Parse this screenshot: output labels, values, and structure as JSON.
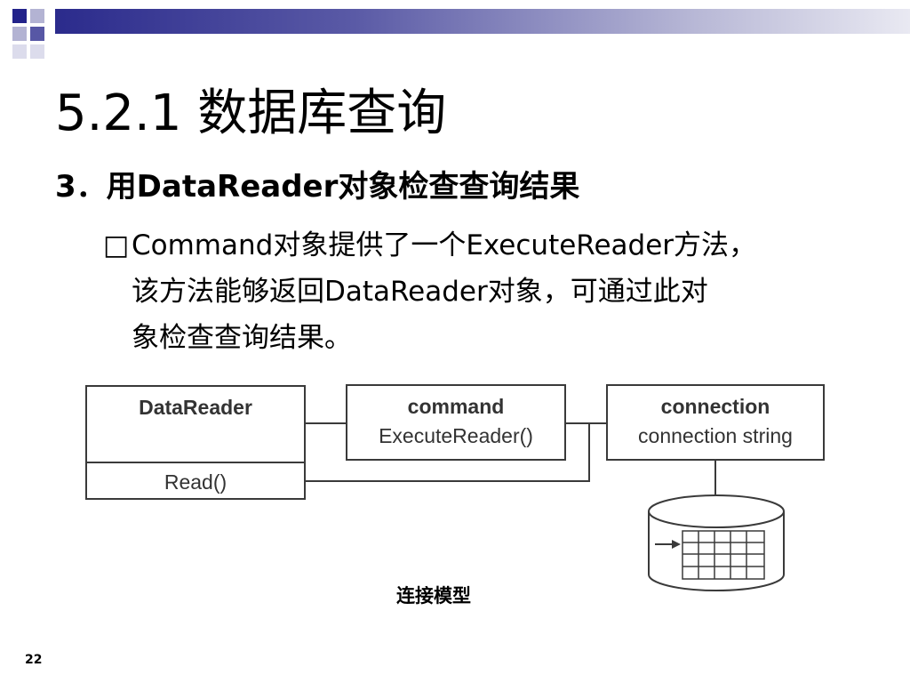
{
  "slide": {
    "title": "5.2.1 数据库查询",
    "subtitle": "3．用DataReader对象检查查询结果",
    "bullet_marker": "□",
    "bullet_lines": [
      "Command对象提供了一个ExecuteReader方法，",
      "该方法能够返回DataReader对象，可通过此对",
      "象检查查询结果。"
    ],
    "caption": "连接模型",
    "page_number": "22"
  },
  "diagram": {
    "datareader": {
      "title": "DataReader",
      "method": "Read()"
    },
    "command": {
      "title": "command",
      "method": "ExecuteReader()"
    },
    "connection": {
      "title": "connection",
      "detail": "connection string"
    }
  },
  "colors": {
    "header_dark": "#2b2b8c",
    "header_light": "#b3b3d3",
    "diagram_border": "#3a3a3a"
  }
}
